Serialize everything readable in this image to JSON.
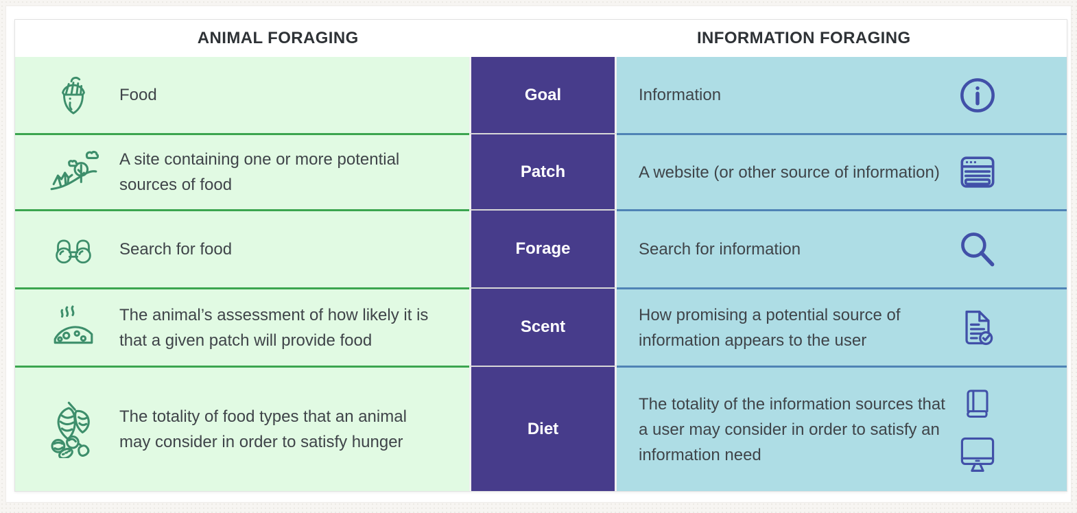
{
  "colors": {
    "page_background": "#f7f5f2",
    "card_background": "#ffffff",
    "animal_cell_bg": "#e1fae3",
    "animal_divider": "#3ba54f",
    "animal_icon_green": "#3d8e6b",
    "concept_cell_bg": "#473c8b",
    "concept_text": "#ffffff",
    "info_cell_bg": "#aedde5",
    "info_divider": "#4f83b5",
    "info_icon_blue": "#4150a8",
    "body_text": "#3f4449",
    "header_text": "#2e3236"
  },
  "table": {
    "left_header": "ANIMAL FORAGING",
    "right_header": "INFORMATION FORAGING",
    "rows": [
      {
        "concept": "Goal",
        "animal": {
          "icon": "acorn-icon",
          "text": "Food"
        },
        "information": {
          "icon": "info-circle-icon",
          "text": "Information"
        }
      },
      {
        "concept": "Patch",
        "animal": {
          "icon": "hillside-patch-icon",
          "text": "A site containing one or more potential sources of food"
        },
        "information": {
          "icon": "browser-window-icon",
          "text": "A website (or other source of information)"
        }
      },
      {
        "concept": "Forage",
        "animal": {
          "icon": "binoculars-icon",
          "text": "Search for food"
        },
        "information": {
          "icon": "magnifier-icon",
          "text": "Search for information"
        }
      },
      {
        "concept": "Scent",
        "animal": {
          "icon": "smelly-cheese-icon",
          "text": "The animal’s assessment of how likely it is that a given patch will provide food"
        },
        "information": {
          "icon": "document-check-icon",
          "text": "How promising a potential source of information appears to the user"
        }
      },
      {
        "concept": "Diet",
        "animal": {
          "icon": "hops-and-nuts-icon",
          "text": "The totality of food types that an animal may consider in order to satisfy hunger"
        },
        "information": {
          "icons": [
            "book-icon",
            "monitor-icon"
          ],
          "text": "The totality of the information sources that a user may consider in order to satisfy an information need"
        }
      }
    ]
  }
}
